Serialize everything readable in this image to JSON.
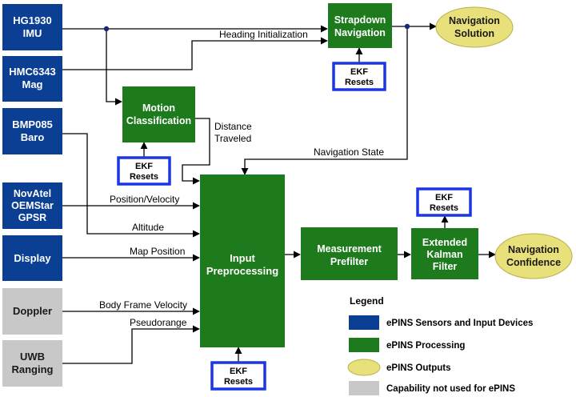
{
  "colors": {
    "sensor": "#0b3f94",
    "processing": "#1d7a1d",
    "output": "#e8e07a",
    "unused": "#c8c8c8",
    "ekf_border": "#1a36e6",
    "line": "#000000",
    "junction": "#16287a"
  },
  "sensors": {
    "hg1930": [
      "HG1930",
      "IMU"
    ],
    "hmc6343": [
      "HMC6343",
      "Mag"
    ],
    "bmp085": [
      "BMP085",
      "Baro"
    ],
    "novatel": [
      "NovAtel",
      "OEMStar",
      "GPSR"
    ],
    "display": [
      "Display"
    ],
    "doppler": [
      "Doppler"
    ],
    "uwb": [
      "UWB",
      "Ranging"
    ]
  },
  "processing": {
    "strapdown": [
      "Strapdown",
      "Navigation"
    ],
    "motion": [
      "Motion",
      "Classification"
    ],
    "input": [
      "Input",
      "Preprocessing"
    ],
    "prefilter": [
      "Measurement",
      "Prefilter"
    ],
    "kalman": [
      "Extended",
      "Kalman",
      "Filter"
    ]
  },
  "outputs": {
    "nav_solution": [
      "Navigation",
      "Solution"
    ],
    "nav_confidence": [
      "Navigation",
      "Confidence"
    ]
  },
  "ekf_resets": [
    "EKF",
    "Resets"
  ],
  "edges": {
    "heading_init": "Heading Initialization",
    "distance_traveled": [
      "Distance",
      "Traveled"
    ],
    "navigation_state": "Navigation State",
    "position_velocity": "Position/Velocity",
    "altitude": "Altitude",
    "map_position": "Map Position",
    "body_frame_velocity": "Body Frame Velocity",
    "pseudorange": "Pseudorange"
  },
  "legend": {
    "title": "Legend",
    "items": [
      {
        "label": "ePINS Sensors and Input Devices",
        "color": "#0b3f94",
        "shape": "rect"
      },
      {
        "label": "ePINS Processing",
        "color": "#1d7a1d",
        "shape": "rect"
      },
      {
        "label": "ePINS Outputs",
        "color": "#e8e07a",
        "shape": "oval"
      },
      {
        "label": "Capability not used for ePINS",
        "color": "#c8c8c8",
        "shape": "rect"
      }
    ]
  }
}
